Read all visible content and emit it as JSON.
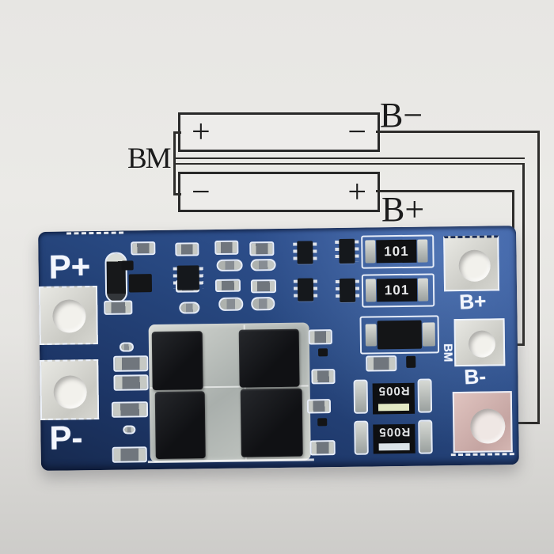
{
  "scene": {
    "description": "Product photo of a 2S lithium battery BMS protection circuit board with a two-cell series wiring diagram drawn above it",
    "background_color": "#e9e8e5"
  },
  "diagram": {
    "wire_labels": {
      "b_minus": "B−",
      "bm": "BM",
      "b_plus": "B+"
    },
    "cells": [
      {
        "id": "cell-top",
        "left_terminal": "+",
        "right_terminal": "−"
      },
      {
        "id": "cell-bottom",
        "left_terminal": "−",
        "right_terminal": "+"
      }
    ],
    "line_color": "#2e2d2b"
  },
  "board": {
    "pad_labels": {
      "p_plus": "P+",
      "p_minus": "P-",
      "b_plus": "B+",
      "bm": "BM",
      "b_minus": "B-"
    },
    "component_markings": {
      "resistor_101": "101",
      "shunt_r005": "R005"
    },
    "colors": {
      "solder_mask_blue": "#27477f",
      "silkscreen_white": "#f3f6fd",
      "pad_silver": "#d8d8d3",
      "pad_copper_pink": "#d9bab6",
      "component_black": "#141517"
    }
  }
}
